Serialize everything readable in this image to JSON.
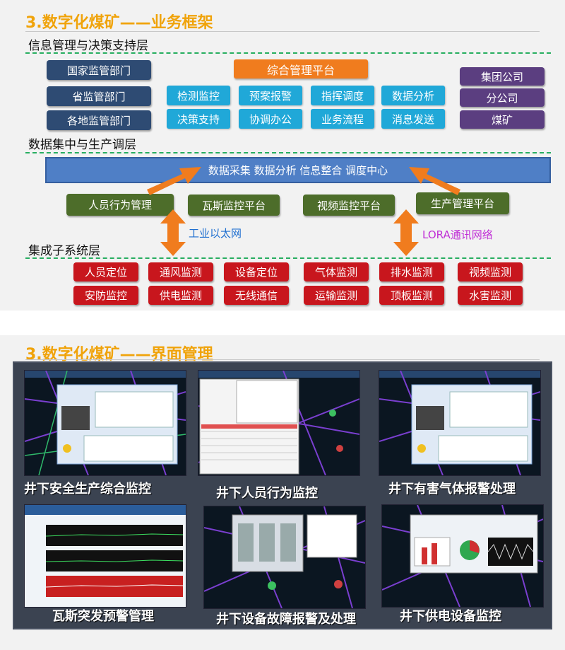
{
  "section1": {
    "title": "3.数字化煤矿——业务框架",
    "layers": {
      "top": "信息管理与决策支持层",
      "middle": "数据集中与生产调层",
      "bottom": "集成子系统层"
    },
    "regulators": [
      "国家监管部门",
      "省监管部门",
      "各地监管部门"
    ],
    "platform_title": "综合管理平台",
    "platform_modules": [
      "检测监控",
      "预案报警",
      "指挥调度",
      "数据分析",
      "决策支持",
      "协调办公",
      "业务流程",
      "消息发送"
    ],
    "organizations": [
      "集团公司",
      "分公司",
      "煤矿"
    ],
    "data_center": "数据采集 数据分析 信息整合 调度中心",
    "production_platforms": [
      "人员行为管理",
      "瓦斯监控平台",
      "视频监控平台",
      "生产管理平台"
    ],
    "networks": {
      "ethernet": "工业以太网",
      "lora": "LORA通讯网络"
    },
    "subsystems": [
      "人员定位",
      "通风监测",
      "设备定位",
      "气体监测",
      "排水监测",
      "视频监测",
      "安防监控",
      "供电监测",
      "无线通信",
      "运输监测",
      "顶板监测",
      "水害监测"
    ],
    "colors": {
      "title": "#f0a30a",
      "navy": "#2e4b73",
      "orange": "#f07c1e",
      "cyan": "#20a8d8",
      "purple": "#5b3e80",
      "blue": "#4f7fc6",
      "green": "#4d6d2a",
      "red": "#c8161d",
      "dash": "#27ae60",
      "ethernet_text": "#1f6fd0",
      "lora_text": "#c02fd6"
    }
  },
  "section2": {
    "title": "3.数字化煤矿——界面管理",
    "screens": [
      {
        "caption": "井下安全生产综合监控"
      },
      {
        "caption": "井下人员行为监控"
      },
      {
        "caption": "井下有害气体报警处理"
      },
      {
        "caption": "瓦斯突发预警管理"
      },
      {
        "caption": "井下设备故障报警及处理"
      },
      {
        "caption": "井下供电设备监控"
      }
    ]
  }
}
